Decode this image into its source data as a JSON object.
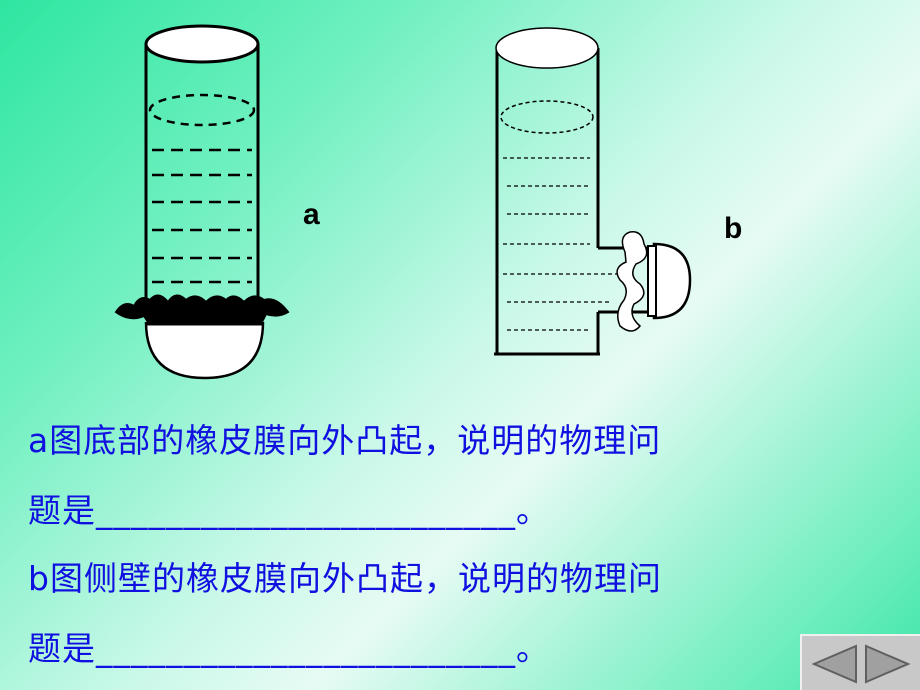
{
  "labels": {
    "a": "a",
    "b": "b"
  },
  "questions": [
    {
      "line1": "a图底部的橡皮膜向外凸起，说明的物理问",
      "line2": "题是________________________。"
    },
    {
      "line1": "b图侧壁的橡皮膜向外凸起，说明的物理问",
      "line2": "题是________________________。"
    }
  ],
  "colors": {
    "question_text": "#1010e0",
    "outline": "#000000"
  },
  "nav": {
    "prev_icon": "triangle-left-icon",
    "next_icon": "triangle-right-icon"
  }
}
